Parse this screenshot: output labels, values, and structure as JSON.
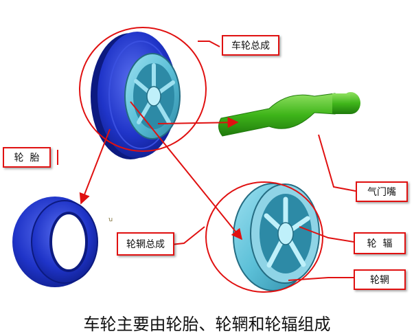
{
  "labels": {
    "wheel_assembly": "车轮总成",
    "tire": "轮  胎",
    "valve": "气门嘴",
    "rim_assembly": "轮辋总成",
    "spoke": "轮  辐",
    "rim": "轮辋"
  },
  "caption": "车轮主要由轮胎、轮辋和轮辐组成",
  "colors": {
    "annotation": "#e01010",
    "tire": "#1f34c8",
    "rim": "#5cc0d8",
    "valve": "#3fb51a"
  }
}
